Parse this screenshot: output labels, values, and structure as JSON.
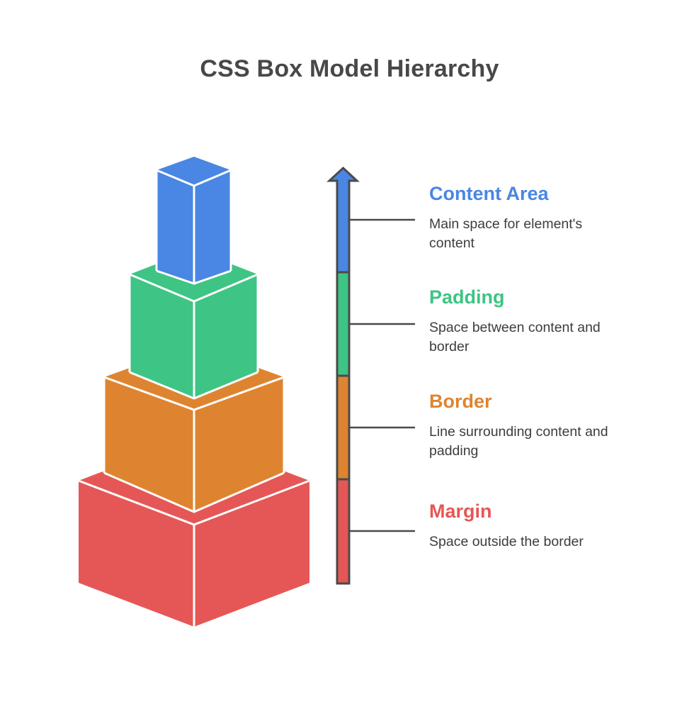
{
  "title": "CSS Box Model Hierarchy",
  "layers": [
    {
      "name": "Content Area",
      "description": "Main space for element's content",
      "color": "#4a86e3"
    },
    {
      "name": "Padding",
      "description": "Space between content and border",
      "color": "#3ec484"
    },
    {
      "name": "Border",
      "description": "Line surrounding content and padding",
      "color": "#de8430"
    },
    {
      "name": "Margin",
      "description": "Space outside the border",
      "color": "#e55756"
    }
  ],
  "arrow": {
    "direction": "up",
    "stroke_color": "#4a4a4a"
  }
}
